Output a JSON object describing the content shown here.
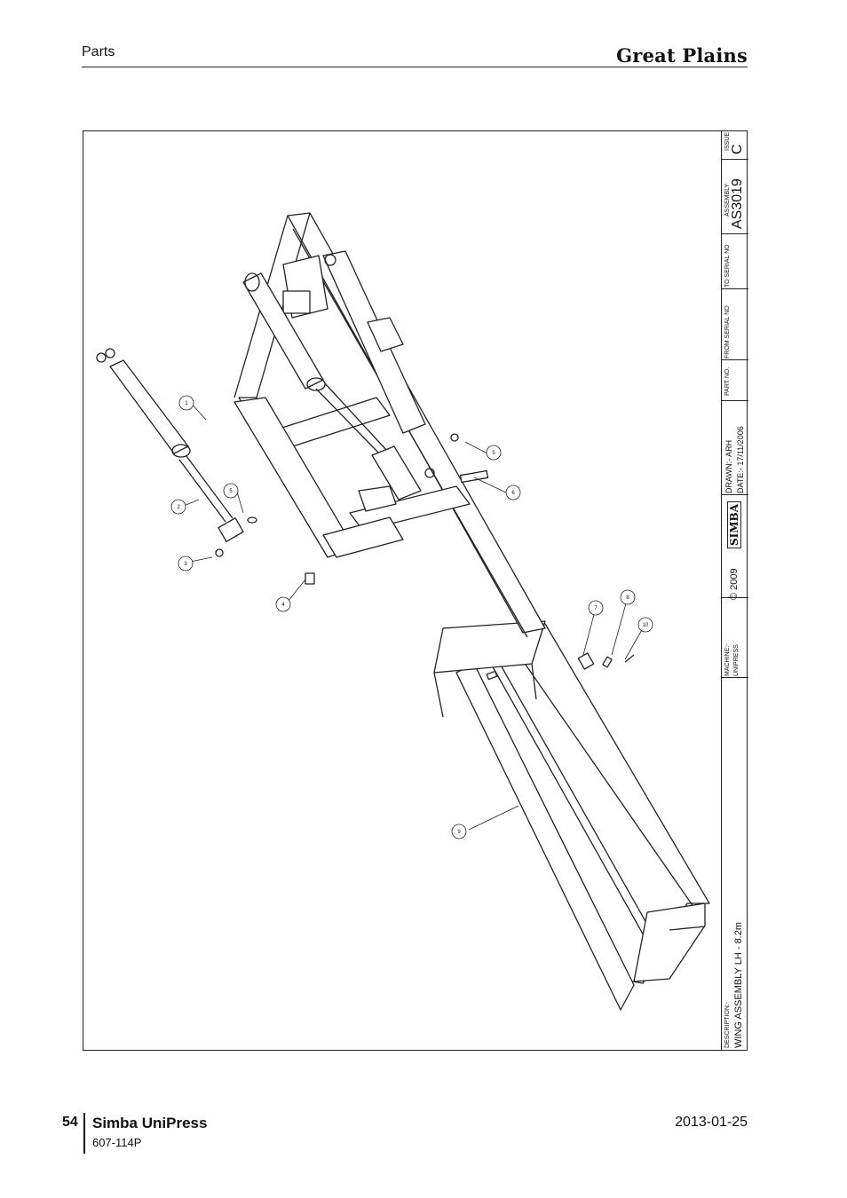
{
  "header": {
    "section": "Parts",
    "brand": "Great Plains"
  },
  "footer": {
    "page_number": "54",
    "title": "Simba UniPress",
    "code": "607-114P",
    "date": "2013-01-25"
  },
  "title_block": {
    "issue_label": "ISSUE",
    "issue": "C",
    "assembly_label": "ASSEMBLY",
    "assembly": "AS3019",
    "to_serial_label": "TO SERIAL NO",
    "from_serial_label": "FROM SERIAL NO",
    "part_no_label": "PART NO.",
    "drawn": "DRAWN:- ARH",
    "date": "DATE:- 17/11/2006",
    "logo_text": "SIMBA",
    "copyright": "© 2009",
    "machine_label": "MACHINE:-",
    "machine": "UNIPRESS",
    "description_label": "DESCRIPTION:-",
    "description": "WING ASSEMBLY LH - 8.2m"
  },
  "callouts": [
    "1",
    "2",
    "3",
    "4",
    "5",
    "5",
    "6",
    "7",
    "8",
    "9",
    "10"
  ]
}
